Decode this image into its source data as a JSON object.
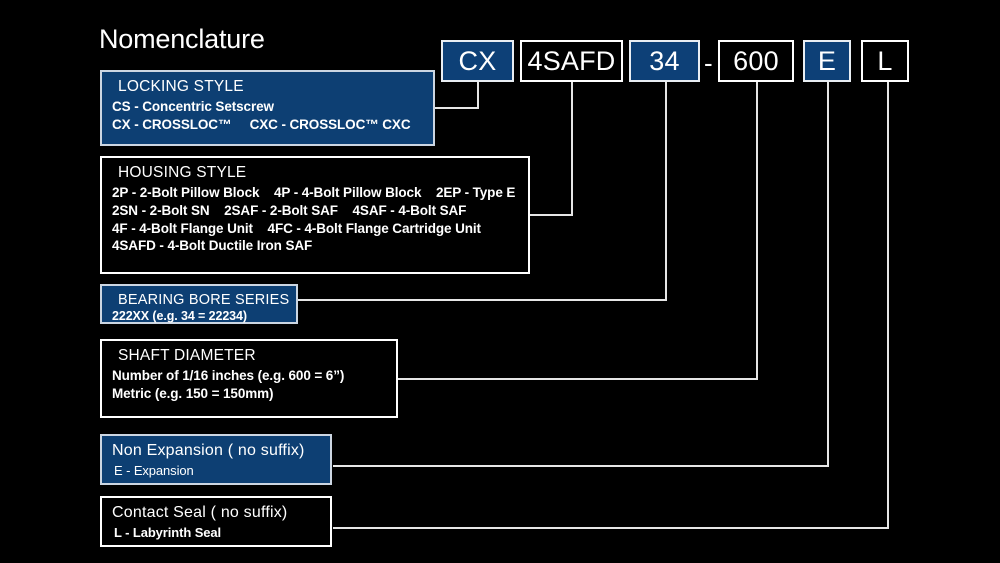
{
  "title": "Nomenclature",
  "colors": {
    "background": "#000000",
    "accent_blue": "#0d4077",
    "box_blue": "#0d3f73",
    "line": "#e6e6e6",
    "text": "#ffffff"
  },
  "part_number": {
    "separator": "-",
    "segments": [
      {
        "value": "CX",
        "style": "blue",
        "meaning": "locking-style"
      },
      {
        "value": "4SAFD",
        "style": "black",
        "meaning": "housing-style"
      },
      {
        "value": "34",
        "style": "blue",
        "meaning": "bearing-bore-series"
      },
      {
        "value": "600",
        "style": "black",
        "meaning": "shaft-diameter"
      },
      {
        "value": "E",
        "style": "blue",
        "meaning": "expansion"
      },
      {
        "value": "L",
        "style": "black",
        "meaning": "seal"
      }
    ]
  },
  "legend": [
    {
      "key": "locking-style",
      "style": "blue",
      "heading": "LOCKING STYLE",
      "lines": [
        "CS - Concentric Setscrew",
        "CX - CROSSLOC™     CXC - CROSSLOC™ CXC"
      ]
    },
    {
      "key": "housing-style",
      "style": "black",
      "heading": "HOUSING STYLE",
      "lines": [
        "2P - 2-Bolt Pillow Block    4P - 4-Bolt Pillow Block    2EP - Type E",
        "2SN - 2-Bolt SN    2SAF - 2-Bolt SAF    4SAF - 4-Bolt SAF",
        "4F - 4-Bolt Flange Unit    4FC - 4-Bolt Flange Cartridge Unit",
        "4SAFD - 4-Bolt Ductile Iron SAF"
      ]
    },
    {
      "key": "bearing-bore-series",
      "style": "blue",
      "heading": "BEARING BORE SERIES",
      "lines": [
        "222XX (e.g. 34 = 22234)"
      ]
    },
    {
      "key": "shaft-diameter",
      "style": "black",
      "heading": "SHAFT DIAMETER",
      "lines": [
        "Number of 1/16 inches (e.g. 600 = 6”)",
        "Metric (e.g. 150 = 150mm)"
      ]
    },
    {
      "key": "expansion",
      "style": "blue",
      "heading": "Non Expansion ( no suffix)",
      "lines": [
        "E - Expansion"
      ]
    },
    {
      "key": "seal",
      "style": "black",
      "heading": "Contact Seal ( no suffix)",
      "lines": [
        "L - Labyrinth Seal"
      ]
    }
  ]
}
